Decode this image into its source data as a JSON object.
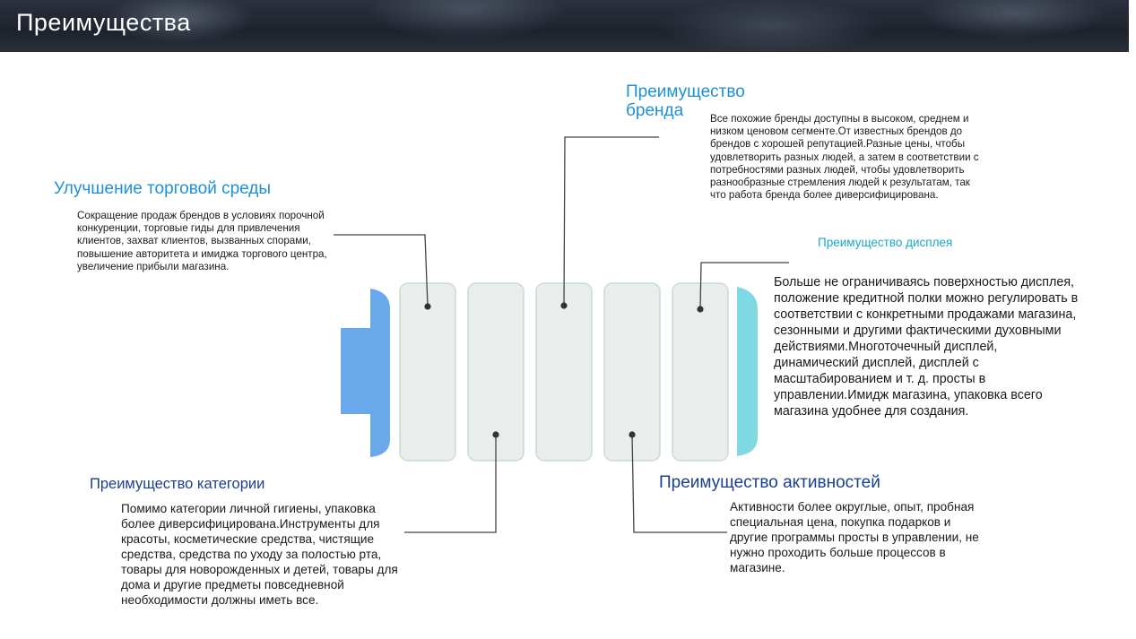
{
  "header": {
    "title": "Преимущества"
  },
  "sections": {
    "brand": {
      "title": "Преимущество бренда",
      "text": "Все похожие бренды доступны в высоком, среднем и низком ценовом сегменте.От известных брендов до брендов с хорошей репутацией.Разные цены, чтобы удовлетворить разных людей, а затем в соответствии с потребностями разных людей, чтобы удовлетворить разнообразные стремления людей к результатам, так что работа бренда более диверсифицирована."
    },
    "trade_environment": {
      "title": "Улучшение торговой среды",
      "text": "Сокращение продаж брендов в условиях порочной конкуренции, торговые гиды для привлечения клиентов, захват клиентов, вызванных спорами, повышение авторитета и имиджа торгового центра, увеличение прибыли магазина."
    },
    "display": {
      "title": "Преимущество дисплея",
      "text": "Больше не ограничиваясь поверхностью дисплея, положение кредитной полки можно регулировать в соответствии с конкретными продажами магазина, сезонными и другими фактическими духовными действиями.Многоточечный дисплей, динамический дисплей, дисплей с масштабированием и т. д. просты в управлении.Имидж магазина, упаковка всего магазина удобнее для создания."
    },
    "category": {
      "title": "Преимущество категории",
      "text": "Помимо категории личной гигиены, упаковка более диверсифицирована.Инструменты для красоты, косметические средства, чистящие средства, средства по уходу за полостью рта, товары для новорожденных и детей, товары для дома и другие предметы повседневной необходимости должны иметь все."
    },
    "activity": {
      "title": "Преимущество активностей",
      "text": "Активности более округлые, опыт, пробная специальная цена, покупка подарков и другие программы просты в управлении, не нужно проходить больше процессов в магазине."
    }
  },
  "colors": {
    "accent_blue": "#1e90d8",
    "dark_blue": "#1b3f8f",
    "teal": "#17a9c8",
    "left_cap": "#6aa8ec",
    "right_cap": "#7fd9e2",
    "slot_fill": "#e9eeec",
    "slot_border": "#c9dccf",
    "connector": "#444444"
  }
}
